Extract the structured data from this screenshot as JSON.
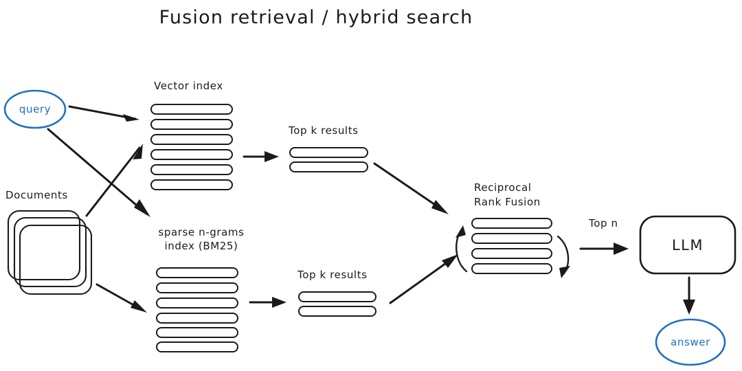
{
  "diagram": {
    "title": "Fusion retrieval / hybrid search",
    "background_color": "#ffffff",
    "ink_color": "#1a1a1a",
    "accent_color": "#1f6fc0",
    "nodes": {
      "query": {
        "label": "query",
        "shape": "ellipse",
        "color": "#1f6fc0"
      },
      "documents": {
        "label": "Documents",
        "shape": "stacked-cards",
        "count": 3
      },
      "vector_index": {
        "label": "Vector index",
        "shape": "bar-stack",
        "bars": 6
      },
      "sparse_index": {
        "label_line1": "sparse n-grams",
        "label_line2": "index (BM25)",
        "shape": "bar-stack",
        "bars": 6
      },
      "top_k_vector": {
        "label": "Top k results",
        "shape": "bar-stack",
        "bars": 2
      },
      "top_k_sparse": {
        "label": "Top k results",
        "shape": "bar-stack",
        "bars": 2
      },
      "fusion": {
        "label_line1": "Reciprocal",
        "label_line2": "Rank Fusion",
        "shape": "bar-stack",
        "bars": 4
      },
      "llm": {
        "label": "LLM",
        "shape": "rounded-rect"
      },
      "answer": {
        "label": "answer",
        "shape": "ellipse",
        "color": "#1f6fc0"
      }
    },
    "edges": [
      {
        "from": "query",
        "to": "vector_index",
        "label": ""
      },
      {
        "from": "query",
        "to": "sparse_index",
        "label": ""
      },
      {
        "from": "documents",
        "to": "vector_index",
        "label": ""
      },
      {
        "from": "documents",
        "to": "sparse_index",
        "label": ""
      },
      {
        "from": "vector_index",
        "to": "top_k_vector",
        "label": ""
      },
      {
        "from": "sparse_index",
        "to": "top_k_sparse",
        "label": ""
      },
      {
        "from": "top_k_vector",
        "to": "fusion",
        "label": ""
      },
      {
        "from": "top_k_sparse",
        "to": "fusion",
        "label": ""
      },
      {
        "from": "fusion",
        "to": "llm",
        "label": "Top n"
      },
      {
        "from": "llm",
        "to": "answer",
        "label": ""
      }
    ],
    "edge_labels": {
      "top_n": "Top n"
    }
  }
}
